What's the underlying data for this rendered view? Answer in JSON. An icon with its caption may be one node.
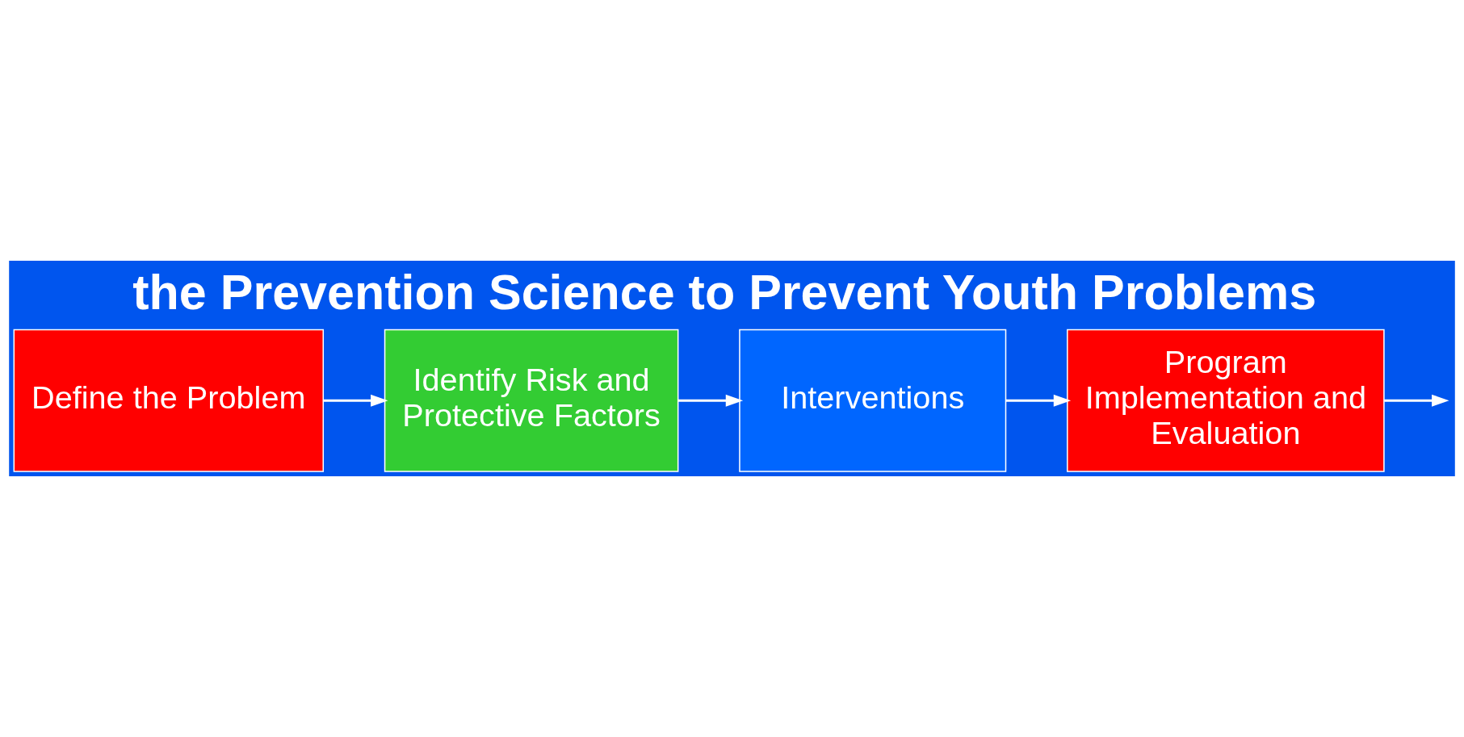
{
  "diagram": {
    "title": "the Prevention Science to Prevent Youth Problems",
    "nodes": [
      {
        "text": [
          "Define the Problem"
        ]
      },
      {
        "text": [
          "Identify Risk and Protective Factors"
        ]
      },
      {
        "text": [
          "Interventions"
        ]
      },
      {
        "text": [
          "Program Implementation and Evaluation"
        ]
      }
    ],
    "edges": [
      {
        "from": 0,
        "to": 1,
        "arrow": "to"
      },
      {
        "from": 1,
        "to": 2,
        "arrow": "to"
      },
      {
        "from": 2,
        "to": 3,
        "arrow": "to"
      },
      {
        "from": 3,
        "to": null,
        "arrow": "to"
      }
    ]
  }
}
